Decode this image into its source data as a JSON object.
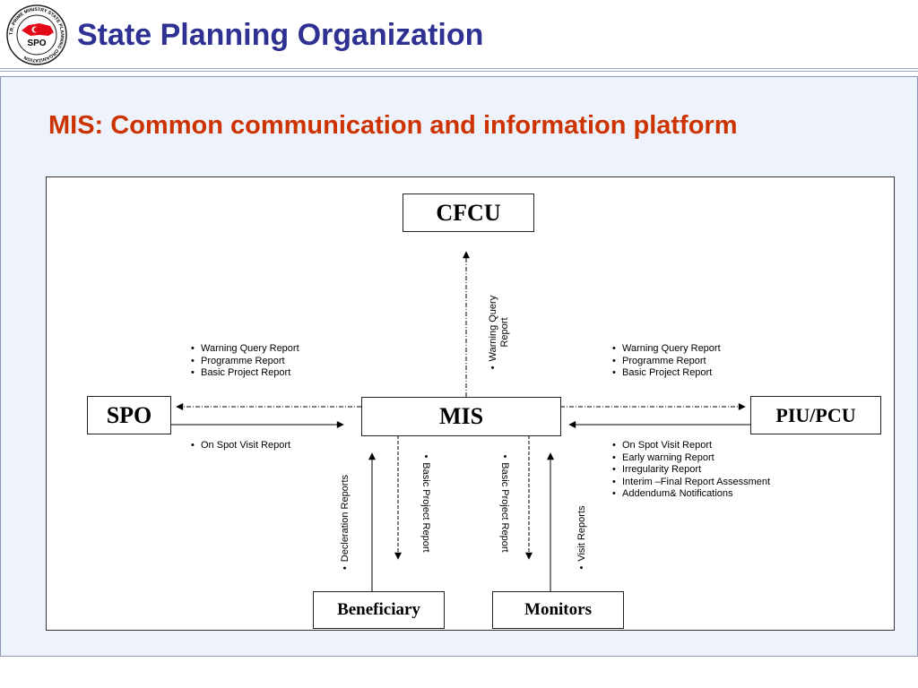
{
  "header": {
    "title": "State Planning Organization",
    "logo": {
      "ring_text": "T.R. PRIME MINISTRY STATE PLANNING ORGANIZATION",
      "center_text": "SPO"
    }
  },
  "slide": {
    "title": "MIS: Common communication and information platform"
  },
  "diagram": {
    "nodes": {
      "cfcu": "CFCU",
      "mis": "MIS",
      "spo": "SPO",
      "piu": "PIU/PCU",
      "beneficiary": "Beneficiary",
      "monitors": "Monitors"
    },
    "lists": {
      "spo_to_mis": [
        "Warning Query Report",
        "Programme Report",
        "Basic Project Report"
      ],
      "piu_to_mis": [
        "Warning Query Report",
        "Programme Report",
        "Basic Project Report"
      ],
      "spo_from_mis": [
        "On Spot Visit Report"
      ],
      "piu_from_mis": [
        "On Spot Visit Report",
        "Early warning Report",
        "Irregularity Report",
        "Interim –Final Report Assessment",
        "Addendum& Notifications"
      ]
    },
    "vertical_labels": {
      "cfcu_line1": "Warning Query",
      "cfcu_line2": "Report",
      "beneficiary_up": "Decleration Reports",
      "beneficiary_down": "Basic Project Report",
      "monitors_down": "Basic Project Report",
      "monitors_up": "Visit Reports"
    },
    "bullet": "•"
  },
  "colors": {
    "header_title": "#2e3192",
    "slide_title": "#cc3300",
    "panel_bg": "#eef2fb",
    "logo_red": "#e30a17"
  }
}
